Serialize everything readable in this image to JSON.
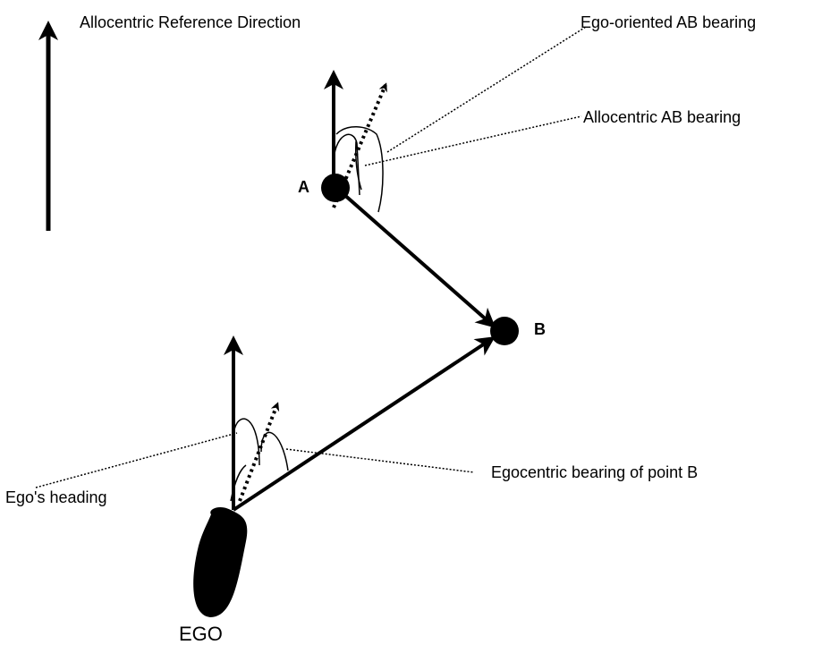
{
  "labels": {
    "allocentric_reference": "Allocentric Reference Direction",
    "ego_oriented_ab_bearing": "Ego-oriented AB bearing",
    "allocentric_ab_bearing": "Allocentric AB bearing",
    "point_a": "A",
    "point_b": "B",
    "egocentric_bearing_b": "Egocentric bearing of point B",
    "egos_heading": "Ego's heading",
    "ego": "EGO"
  },
  "colors": {
    "ink": "#000000",
    "background": "#ffffff"
  }
}
